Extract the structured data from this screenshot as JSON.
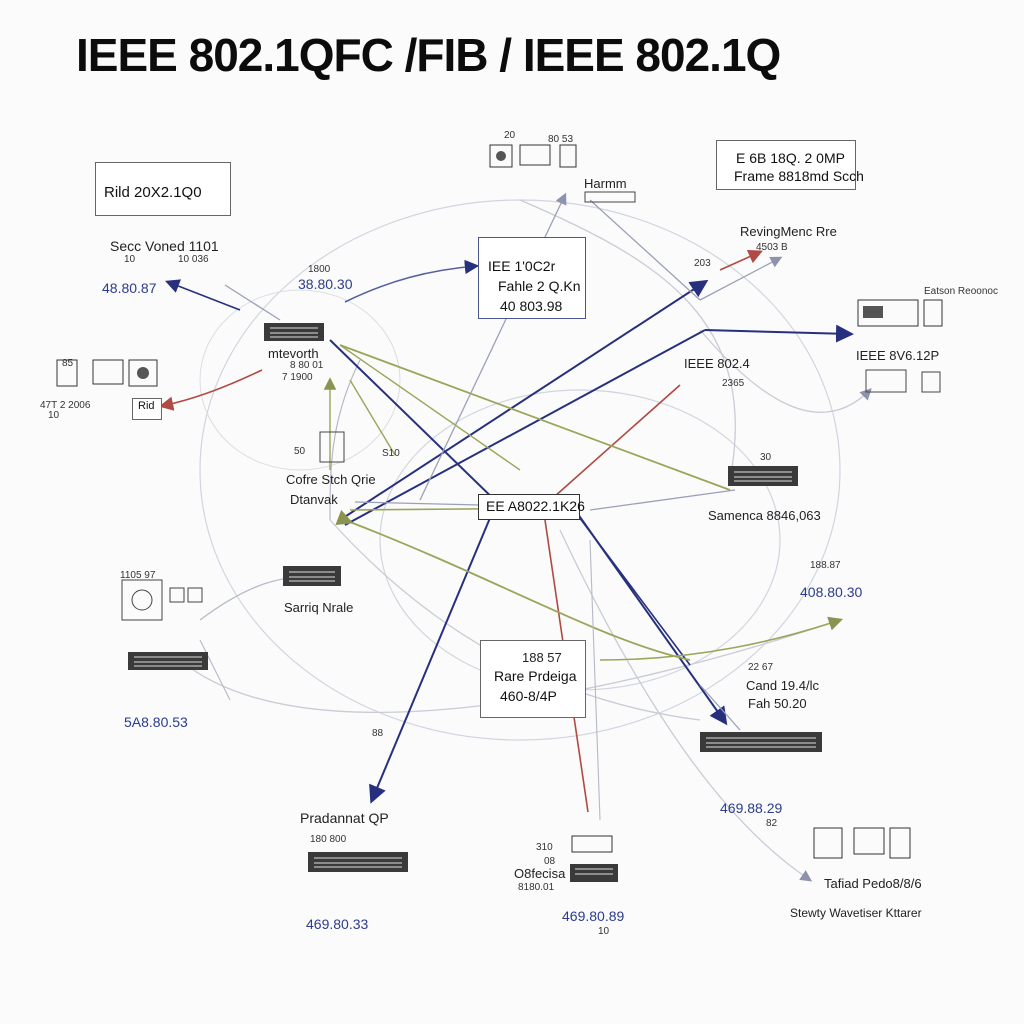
{
  "title": "IEEE 802.1QFC /FIB / IEEE 802.1Q",
  "colors": {
    "navy": "#27307e",
    "olive": "#9aa55a",
    "red": "#b04a42",
    "gray": "#9aa0b8",
    "lightgray": "#c9cbd6"
  },
  "icons": [
    "network-switch-icon",
    "server-rack-icon",
    "device-panel-icon"
  ],
  "nodes": {
    "top_left_box": "Rild 20X2.1Q0",
    "top_left_sub": "Secc Voned 1101",
    "top_left_n1": "10",
    "top_left_n2": "10 036",
    "top_left_addr": "48.80.87",
    "top_center_n1": "20",
    "top_center_n2": "80 53",
    "top_center_label": "Harmm",
    "center_box_l1": "IEE 1'0C2r",
    "center_box_l2": "Fahle 2 Q.Kn",
    "center_box_l3": "40 803.98",
    "center_left_addr": "38.80.30",
    "center_left_n": "1800",
    "center_left_label": "mtevorth",
    "center_left_n2": "8 80 01",
    "center_left_n3": "7 1900",
    "top_right_box_l1": "E 6B 18Q. 2 0MP",
    "top_right_box_l2": "Frame 8818md Scch",
    "top_right_label": "RevingMenc Rre",
    "top_right_n": "4503 B",
    "top_right_n2": "203",
    "right_top_label": "Eatson Reoonoc",
    "right_mid_label": "IEEE 8V6.12P",
    "hub_right_label": "IEEE 802.4",
    "hub_right_n": "2365",
    "left_mid_n1": "85",
    "left_mid_n2": "47T 2 2006",
    "left_mid_n3": "10",
    "left_mid_box": "Rid",
    "core_label1": "Cofre Stch Qrie",
    "core_label2": "Dtanvak",
    "core_n1": "50",
    "core_n2": "S10",
    "center_label": "EE A8022.1K26",
    "right_switch_n": "30",
    "right_switch_label": "Samenca 8846,063",
    "left_switch_label": "Sarriq Nrale",
    "left_low_n": "1105 97",
    "left_low_addr": "5A8.80.53",
    "left_low_n2": "88",
    "right_low_n": "188.87",
    "right_low_addr": "408.80.30",
    "center_low_n": "188 57",
    "center_low_box_l1": "Rare Prdeiga",
    "center_low_box_l2": "460-8/4P",
    "right_low2_n": "22 67",
    "right_low2_l1": "Cand 19.4/lc",
    "right_low2_l2": "Fah 50.20",
    "right_low2_addr": "469.88.29",
    "right_low2_n2": "82",
    "bottom_left_label": "Pradannat QP",
    "bottom_left_n": "180 800",
    "bottom_left_addr": "469.80.33",
    "bottom_center_n": "310",
    "bottom_center_n2": "08",
    "bottom_center_label": "O8fecisa",
    "bottom_center_n3": "8180.01",
    "bottom_center_addr": "469.80.89",
    "bottom_center_n4": "10",
    "bottom_right_label": "Tafiad Pedo8/8/6",
    "bottom_right_label2": "Stewty Wavetiser Kttarer"
  }
}
